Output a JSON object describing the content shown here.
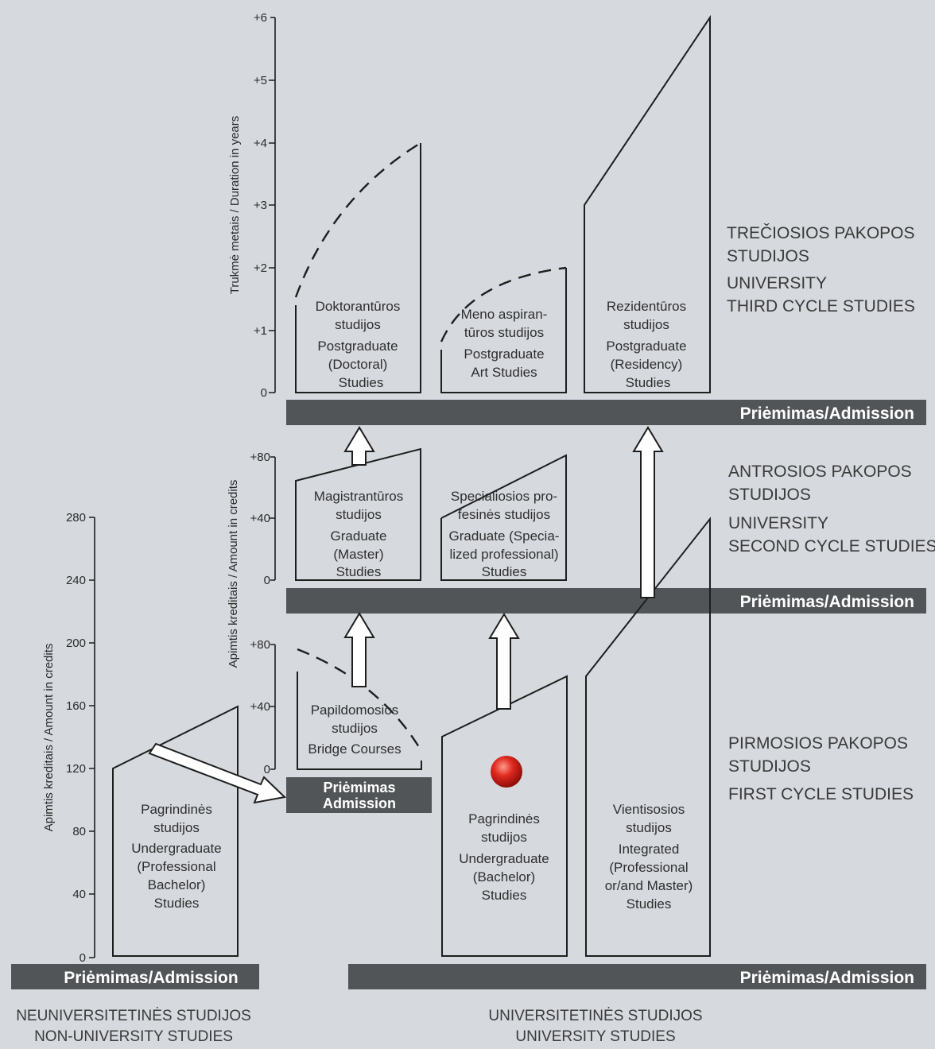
{
  "axes": {
    "years": {
      "label": "Trukmė metais / Duration in years",
      "ticks": [
        "+6",
        "+5",
        "+4",
        "+3",
        "+2",
        "+1",
        "0"
      ]
    },
    "credits_second": {
      "label": "Apimtis kreditais / Amount in credits",
      "ticks": [
        "+80",
        "+40",
        "0"
      ]
    },
    "credits_bridge": {
      "ticks": [
        "+80",
        "+40",
        "0"
      ]
    },
    "credits_nonuni": {
      "label": "Apimtis kreditais / Amount in credits",
      "ticks": [
        "280",
        "240",
        "200",
        "160",
        "120",
        "80",
        "40",
        "0"
      ]
    }
  },
  "admission_label": "Priėmimas/Admission",
  "bridge_admission": [
    "Priėmimas",
    "Admission"
  ],
  "boxes": {
    "doctoral": [
      "Doktorantūros",
      "studijos",
      "Postgraduate",
      "(Doctoral)",
      "Studies"
    ],
    "art": [
      "Meno aspiran-",
      "tūros studijos",
      "Postgraduate",
      "Art Studies"
    ],
    "residency": [
      "Rezidentūros",
      "studijos",
      "Postgraduate",
      "(Residency)",
      "Studies"
    ],
    "master": [
      "Magistrantūros",
      "studijos",
      "Graduate",
      "(Master)",
      "Studies"
    ],
    "specialized": [
      "Specialiosios pro-",
      "fesinės studijos",
      "Graduate (Specia-",
      "lized professional)",
      "Studies"
    ],
    "bridge": [
      "Papildomosios",
      "studijos",
      "Bridge Courses"
    ],
    "prof_bachelor": [
      "Pagrindinės",
      "studijos",
      "Undergraduate",
      "(Professional",
      "Bachelor)",
      "Studies"
    ],
    "bachelor": [
      "Pagrindinės",
      "studijos",
      "Undergraduate",
      "(Bachelor)",
      "Studies"
    ],
    "integrated": [
      "Vientisosios",
      "studijos",
      "Integrated",
      "(Professional",
      "or/and Master)",
      "Studies"
    ]
  },
  "cycles": {
    "third": [
      "TREČIOSIOS PAKOPOS",
      "STUDIJOS",
      "UNIVERSITY",
      "THIRD CYCLE STUDIES"
    ],
    "second": [
      "ANTROSIOS PAKOPOS",
      "STUDIJOS",
      "UNIVERSITY",
      "SECOND CYCLE STUDIES"
    ],
    "first": [
      "PIRMOSIOS PAKOPOS",
      "STUDIJOS",
      "FIRST CYCLE STUDIES"
    ]
  },
  "footer": {
    "non_university": [
      "NEUNIVERSITETINĖS STUDIJOS",
      "NON-UNIVERSITY STUDIES"
    ],
    "university": [
      "UNIVERSITETINĖS STUDIJOS",
      "UNIVERSITY STUDIES"
    ]
  },
  "colors": {
    "background": "#d6d9de",
    "bar": "#525558",
    "marker": "#e02a20"
  }
}
